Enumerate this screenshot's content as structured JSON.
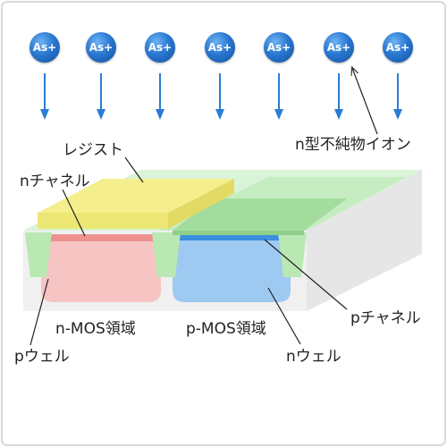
{
  "ion_label": "As+",
  "labels": {
    "resist": "レジスト",
    "n_channel": "nチャネル",
    "n_impurity_ion": "n型不純物イオン",
    "p_channel": "pチャネル",
    "nmos_region": "n-MOS領域",
    "pmos_region": "p-MOS領域",
    "p_well": "pウェル",
    "n_well": "nウェル"
  },
  "colors": {
    "ion": "#2a78d2",
    "arrow": "#2b7cd3",
    "resist": "#f3ee8a",
    "isolation": "#b8e8b0",
    "gate": "#9fdb9a",
    "p_well": "#f6c1c1",
    "n_well": "#9cc8f0",
    "n_channel": "#ee8e8e",
    "p_channel": "#3a8fde",
    "substrate": "#eeeeee"
  }
}
